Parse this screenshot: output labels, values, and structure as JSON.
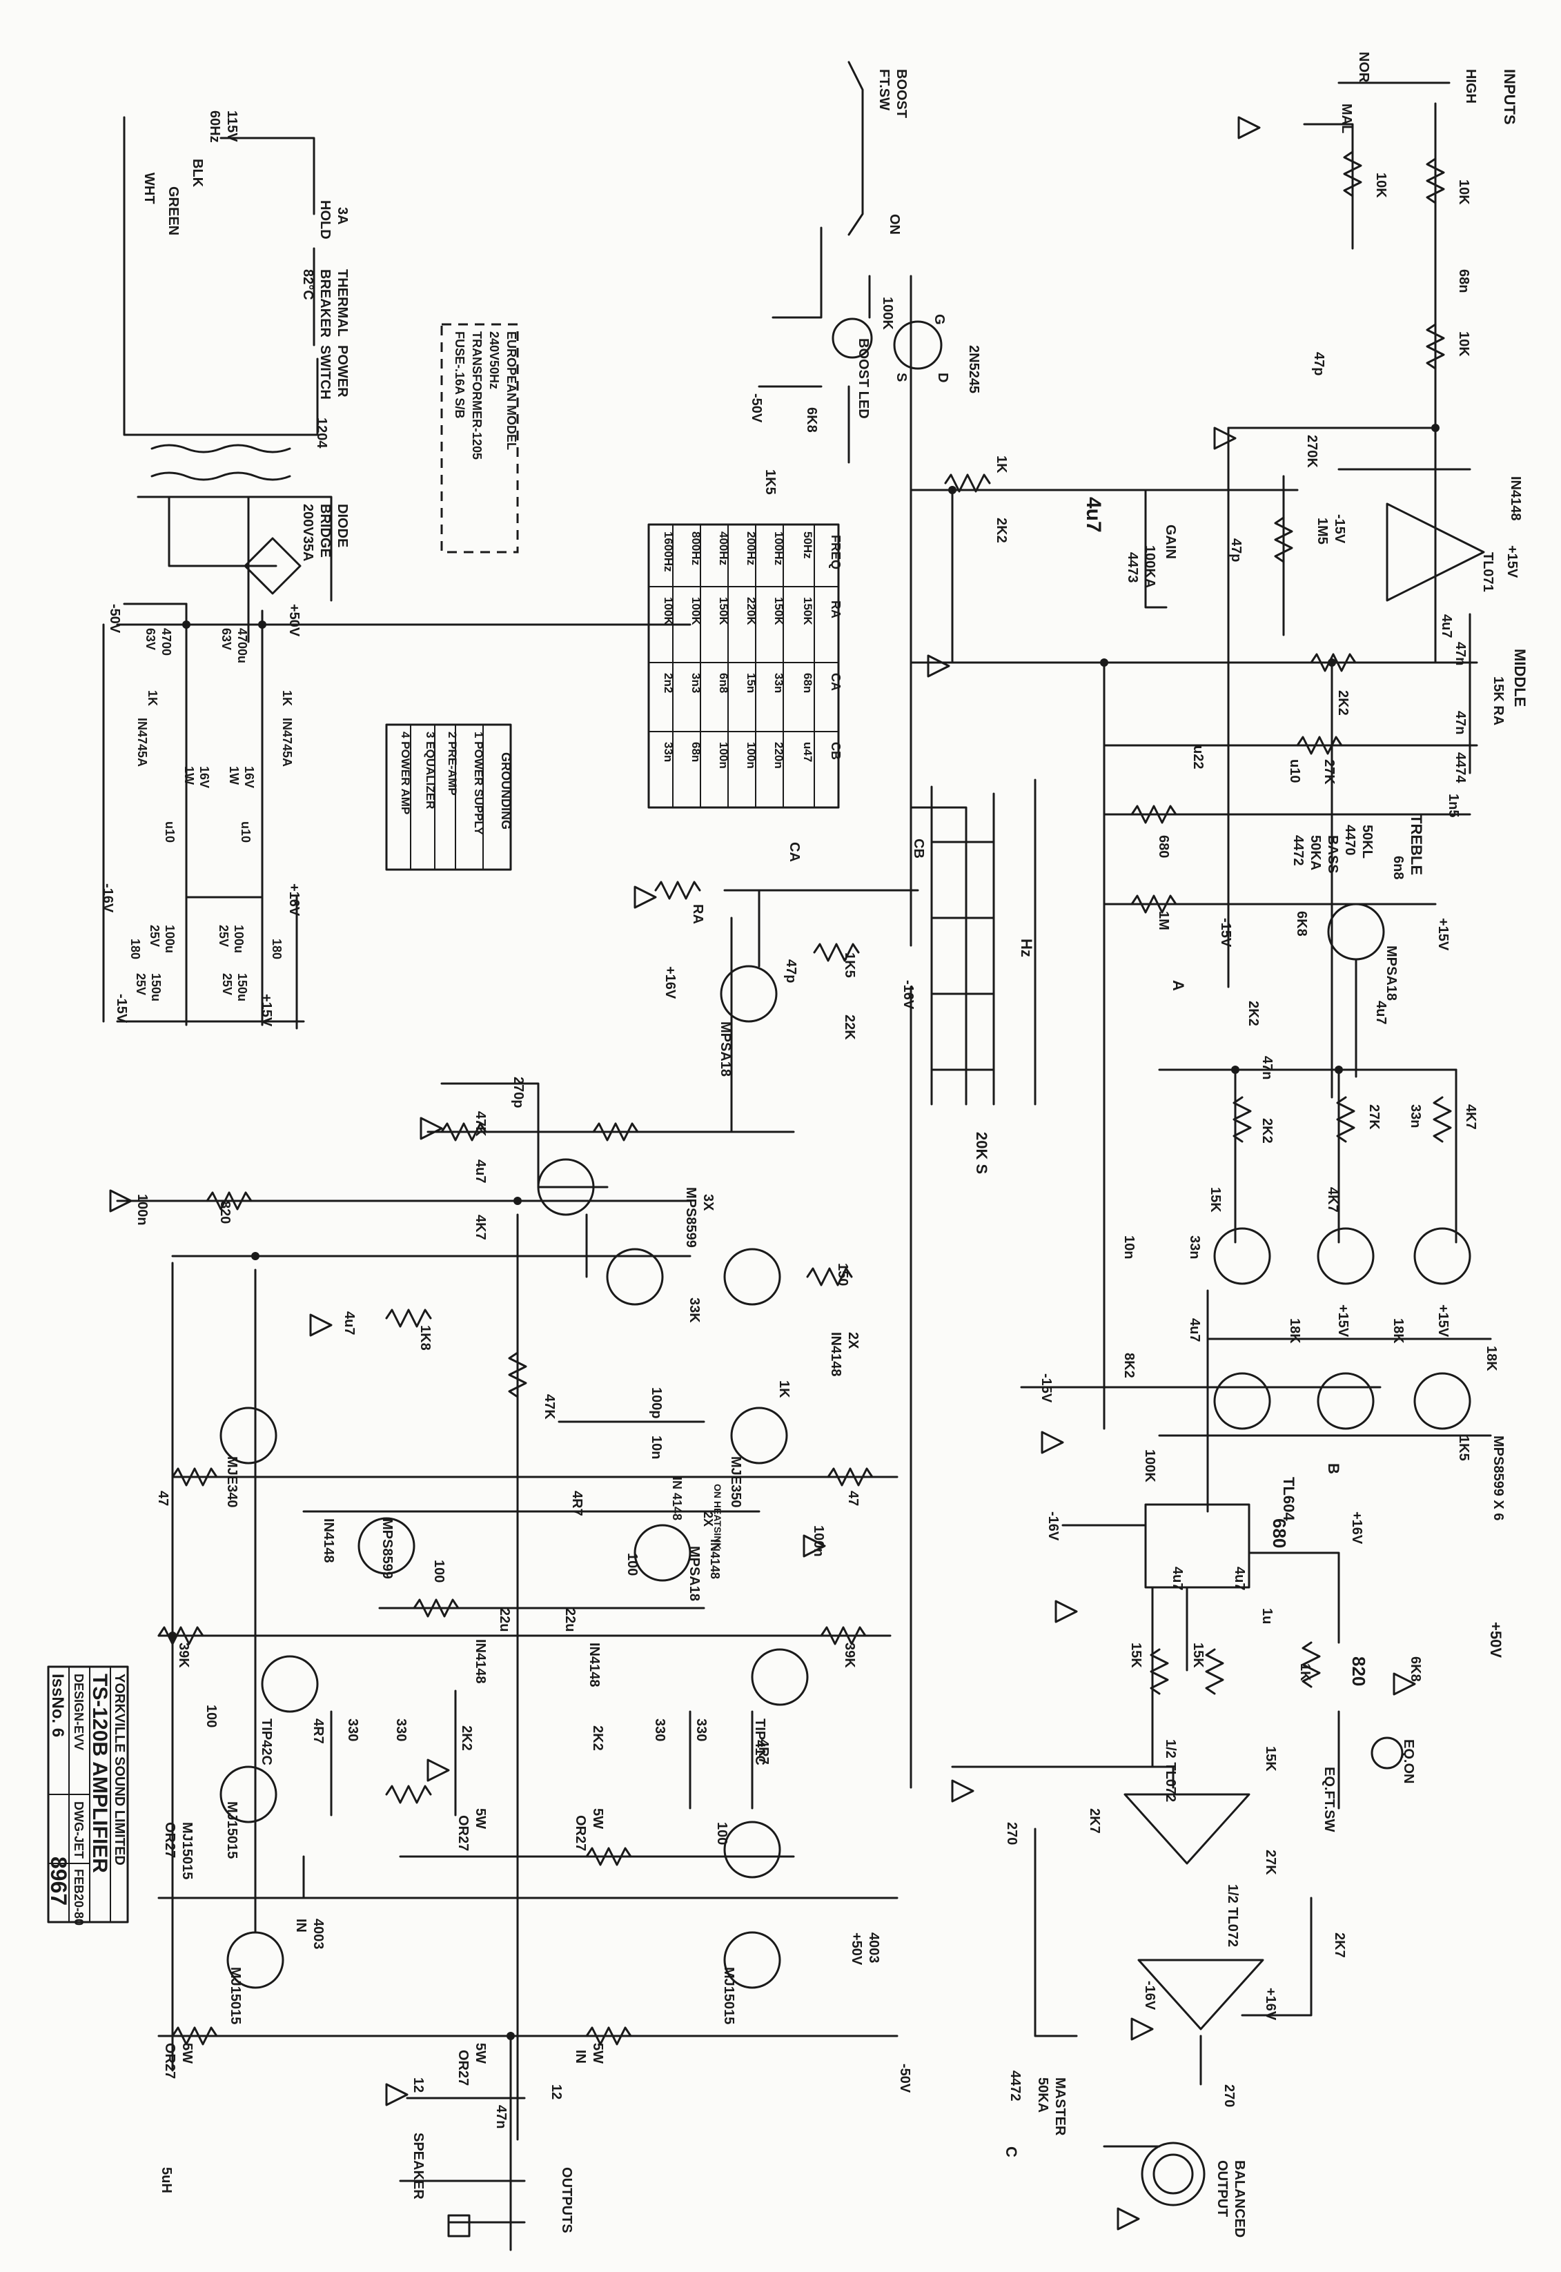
{
  "title_block": {
    "company": "YORKVILLE SOUND LIMITED",
    "model": "TS-120B AMPLIFIER",
    "design": "DESIGN-EVV",
    "drawing": "DWG-JET",
    "date": "FEB20-80",
    "issue": "IssNo. 6",
    "number": "8967"
  },
  "notes": {
    "european": [
      "EUROPEAN MODEL",
      "240V50Hz",
      "TRANSFORMER-1205",
      "FUSE-.16A S/B"
    ],
    "grounding_title": "GROUNDING",
    "grounding_items": [
      "1 POWER SUPPLY",
      "2 PRE-AMP",
      "3 EQUALIZER",
      "4 POWER AMP"
    ]
  },
  "eq_table": {
    "headers": [
      "FREQ",
      "RA",
      "CA",
      "CB"
    ],
    "rows": [
      [
        "50Hz",
        "150K",
        "68n",
        "u47"
      ],
      [
        "100Hz",
        "150K",
        "33n",
        "220n"
      ],
      [
        "200Hz",
        "220K",
        "15n",
        "100n"
      ],
      [
        "400Hz",
        "150K",
        "6n8",
        "100n"
      ],
      [
        "800Hz",
        "100K",
        "3n3",
        "68n"
      ],
      [
        "1600Hz",
        "100K",
        "2n2",
        "33n"
      ]
    ]
  },
  "power_supply": {
    "mains": [
      "115V",
      "60Hz"
    ],
    "wires": [
      "BLK",
      "WHT",
      "GREEN"
    ],
    "fuse": [
      "3A",
      "HOLD"
    ],
    "breaker": [
      "THERMAL",
      "BREAKER",
      "82°C"
    ],
    "switch": [
      "POWER",
      "SWITCH"
    ],
    "transformer": "1204",
    "bridge": [
      "DIODE",
      "BRIDGE",
      "200V35A"
    ],
    "rails": [
      "+50V",
      "-50V",
      "+16V",
      "-16V",
      "+15V",
      "-15V"
    ],
    "parts": [
      "4700",
      "63V",
      "4700u",
      "63V",
      "1K",
      "1K",
      "IN4745A",
      "IN4745A",
      "16V",
      "1W",
      "16V",
      "1W",
      "u10",
      "u10",
      "100u",
      "25V",
      "100u",
      "25V",
      "180",
      "180",
      "150u",
      "25V",
      "150u",
      "25V"
    ]
  },
  "inputs": {
    "label": "INPUTS",
    "jacks": [
      "HIGH",
      "NOR",
      "MAL"
    ],
    "parts": [
      "10K",
      "10K",
      "68n",
      "10K",
      "47p",
      "270K",
      "IN4148",
      "1M5",
      "-15V",
      "+15V",
      "TL071",
      "4u7",
      "47p",
      "GAIN",
      "100KA",
      "4473",
      "1K",
      "2K2",
      "4u7"
    ]
  },
  "boost": {
    "label": [
      "BOOST",
      "FT.SW"
    ],
    "on": "ON",
    "parts": [
      "100K",
      "BOOST LED",
      "6K8",
      "1K5",
      "-50V",
      "2N5245"
    ],
    "pins": [
      "G",
      "D",
      "S"
    ]
  },
  "tone": {
    "labels": [
      "MIDDLE",
      "15K RA",
      "4474",
      "TREBLE",
      "6n8",
      "50KL",
      "4470",
      "BASS",
      "50KA",
      "4472"
    ],
    "parts": [
      "47n",
      "47n",
      "2K2",
      "2K2",
      "27K",
      "1n5",
      "u10",
      "u22",
      "680",
      "1M",
      "6K8",
      "-15V",
      "+15V",
      "MPSA18",
      "4u7"
    ]
  },
  "eq_section": {
    "labels": [
      "Hz",
      "20K S",
      "CA",
      "CB",
      "RA"
    ],
    "parts": [
      "1K5",
      "47p",
      "22K",
      "-16V",
      "+16V",
      "MPSA18"
    ]
  },
  "eq_amp": {
    "parts": [
      "47n",
      "2K2",
      "27K",
      "33n",
      "4K7",
      "4K7",
      "15K",
      "33n",
      "10n",
      "4u7",
      "8K2",
      "-15V",
      "+15V",
      "+15V",
      "18K",
      "18K",
      "18K",
      "1K5",
      "MPS8599 X 6",
      "100K",
      "TL604",
      "680",
      "+16V",
      "-16V",
      "4u7",
      "4u7",
      "15K",
      "15K",
      "1u",
      "1K",
      "820",
      "6K8",
      "+50V",
      "EQ.ON",
      "EQ.FT.SW"
    ],
    "markers": [
      "A",
      "B"
    ]
  },
  "output_stage": {
    "parts": [
      "15K",
      "27K",
      "270",
      "2K7",
      "1/2 TL072",
      "1/2 TL072",
      "+16V",
      "-16V",
      "2K7",
      "270",
      "MASTER",
      "50KA",
      "4472",
      "BALANCED",
      "OUTPUT"
    ],
    "marker": "C"
  },
  "power_amp": {
    "parts": [
      "270p",
      "47K",
      "4u7",
      "4K7",
      "MPS8599",
      "3X",
      "100n",
      "820",
      "150",
      "33K",
      "2X",
      "IN4148",
      "1K",
      "4u7",
      "1K8",
      "47K",
      "100p",
      "10n",
      "MJE340",
      "MJE350",
      "47",
      "47",
      "4R7",
      "IN 4148",
      "ON HEATSINK",
      "2X",
      "IN4148",
      "MPSA18",
      "100n",
      "IN4148",
      "MPS8599",
      "100",
      "100",
      "22u",
      "22u",
      "IN4148",
      "2K2",
      "IN4148",
      "2K2",
      "39K",
      "39K",
      "100",
      "TIP42C",
      "TIP41C",
      "4R7",
      "330",
      "330",
      "330",
      "330",
      "4R7",
      "100",
      "MJ15015",
      "MJ15015",
      "MJ15015",
      "MJ15015",
      "OR27",
      "5W",
      "OR27",
      "5W",
      "OR27",
      "5W",
      "OR27",
      "5W",
      "OR27",
      "5W",
      "IN",
      "4003",
      "IN",
      "4003",
      "+50V",
      "-50V",
      "5uH",
      "12",
      "47n",
      "12",
      "SPEAKER",
      "OUTPUTS"
    ]
  }
}
